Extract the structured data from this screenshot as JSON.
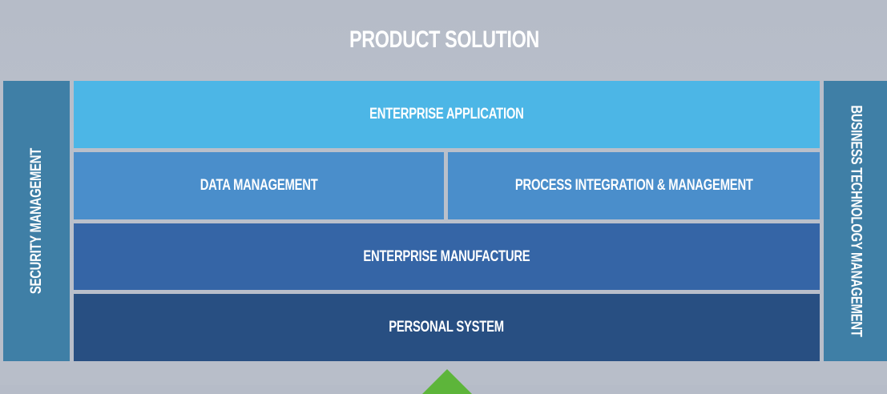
{
  "title": "PRODUCT SOLUTION",
  "sidebars": {
    "left": {
      "label": "SECURITY MANAGEMENT",
      "color": "#3f7fa6"
    },
    "right": {
      "label": "BUSINESS TECHNOLOGY MANAGEMENT",
      "color": "#3f7fa6"
    }
  },
  "layers": {
    "enterprise_application": {
      "label": "ENTERPRISE APPLICATION",
      "color": "#4cb6e6"
    },
    "data_management": {
      "label": "DATA MANAGEMENT",
      "color": "#4a8ecb"
    },
    "process_integration": {
      "label": "PROCESS INTEGRATION & MANAGEMENT",
      "color": "#4a8ecb"
    },
    "enterprise_manufacture": {
      "label": "ENTERPRISE MANUFACTURE",
      "color": "#3565a6"
    },
    "personal_system": {
      "label": "PERSONAL SYSTEM",
      "color": "#284f82"
    }
  },
  "indicator": {
    "icon": "green-up-triangle-icon",
    "color": "#5db53a"
  },
  "background_color": "#b8bec9"
}
